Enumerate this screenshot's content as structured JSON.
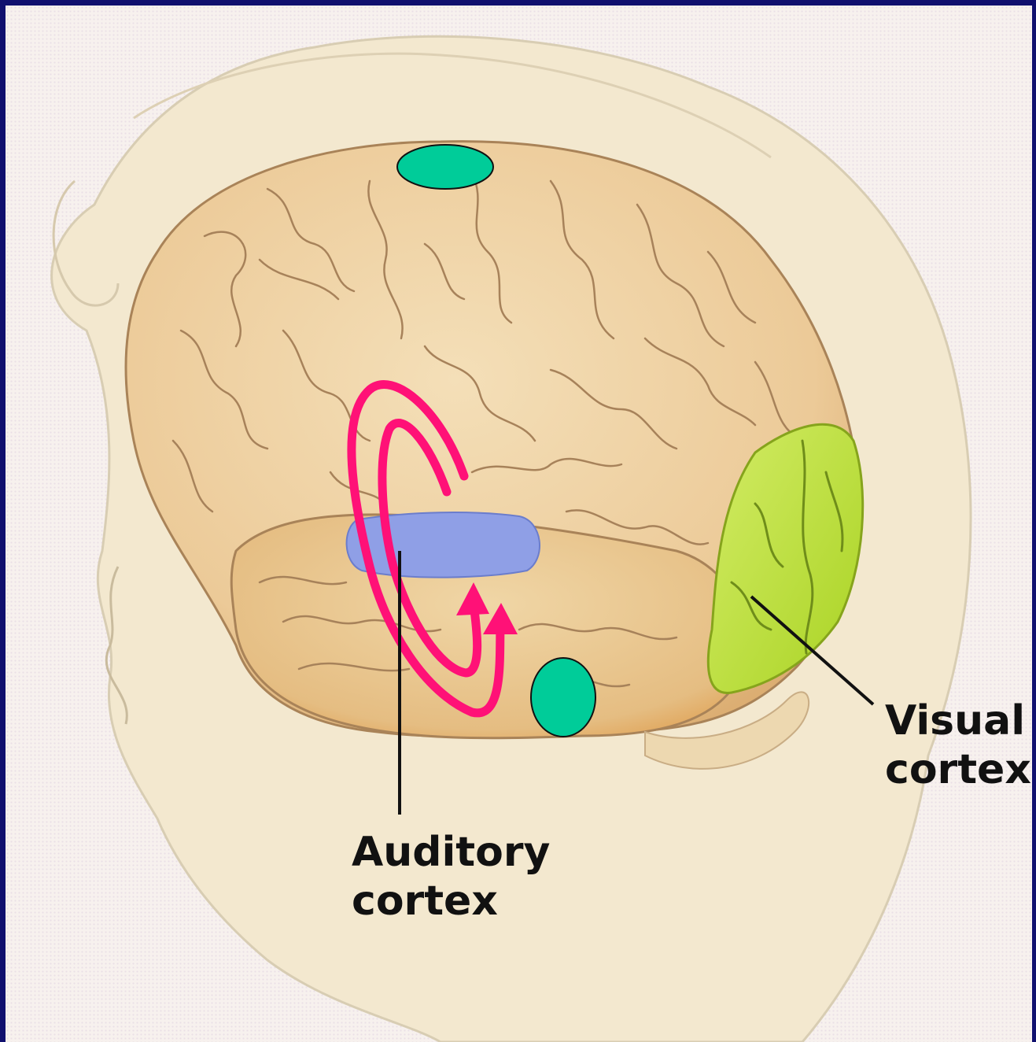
{
  "labels": {
    "visual_cortex": [
      "Visual",
      "cortex"
    ],
    "auditory_cortex": [
      "Auditory",
      "cortex"
    ]
  },
  "colors": {
    "background_border": "#10106e",
    "page": "#f7f1ee",
    "head_outline": "#d9cfb8",
    "skin": "#f1e3c1",
    "brain": "#eccf9f",
    "brain_fold": "#b08860",
    "temporal_lobe": "#e9c58f",
    "visual_cortex": "#b8dc3c",
    "auditory_cortex": "#8f9fe6",
    "marker_teal": "#00cc99",
    "pathway_arrow": "#ff1177",
    "leader_line": "#111111"
  }
}
